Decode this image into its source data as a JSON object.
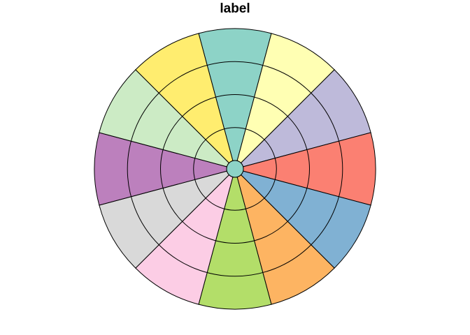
{
  "chart_data": {
    "type": "polar-bar",
    "title": "label",
    "sector_count": 12,
    "ring_count": 4,
    "hub": {
      "color": "#8DD3C7"
    },
    "sectors": [
      {
        "direction": "top",
        "color": "#8DD3C7"
      },
      {
        "direction": "top-right",
        "color": "#FFFFB3"
      },
      {
        "direction": "upper-right",
        "color": "#BEBADA"
      },
      {
        "direction": "right",
        "color": "#FB8072"
      },
      {
        "direction": "lower-right",
        "color": "#80B1D3"
      },
      {
        "direction": "bottom-right",
        "color": "#FDB462"
      },
      {
        "direction": "bottom",
        "color": "#B3DE69"
      },
      {
        "direction": "bottom-left",
        "color": "#FCCDE5"
      },
      {
        "direction": "lower-left",
        "color": "#D9D9D9"
      },
      {
        "direction": "left",
        "color": "#BC80BD"
      },
      {
        "direction": "upper-left",
        "color": "#CCEBC5"
      },
      {
        "direction": "top-left",
        "color": "#FFED6F"
      }
    ],
    "legend": "none",
    "grid": false
  }
}
